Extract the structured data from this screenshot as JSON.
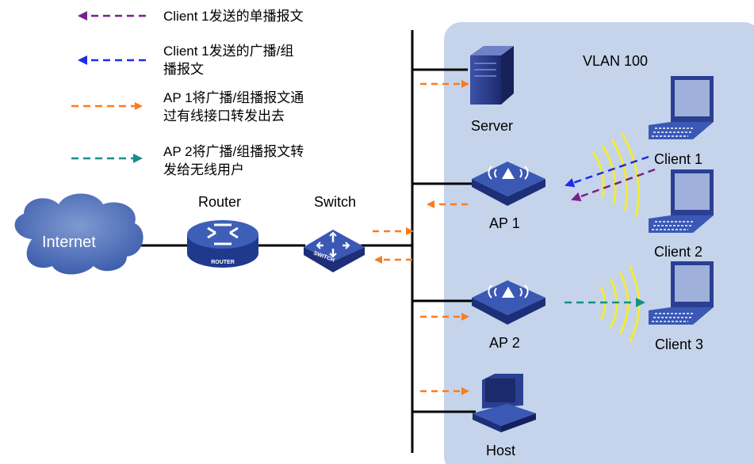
{
  "legend": {
    "unicast": {
      "text": "Client 1发送的单播报文",
      "color": "#7a1f8c"
    },
    "broadcast": {
      "line1": "Client 1发送的广播/组",
      "line2": "播报文",
      "color": "#1a2ee8"
    },
    "wired": {
      "line1": "AP 1将广播/组播报文通",
      "line2": "过有线接口转发出去",
      "color": "#ff7a1a"
    },
    "wireless": {
      "line1": "AP 2将广播/组播报文转",
      "line2": "发给无线用户",
      "color": "#158f8a"
    }
  },
  "vlan": {
    "label": "VLAN 100",
    "color": "#c5d4ea"
  },
  "nodes": {
    "internet": "Internet",
    "router": "Router",
    "router_badge": "ROUTER",
    "switch": "Switch",
    "switch_badge": "SWITCH",
    "server": "Server",
    "ap1": "AP 1",
    "ap2": "AP 2",
    "host": "Host",
    "client1": "Client 1",
    "client2": "Client 2",
    "client3": "Client 3"
  }
}
